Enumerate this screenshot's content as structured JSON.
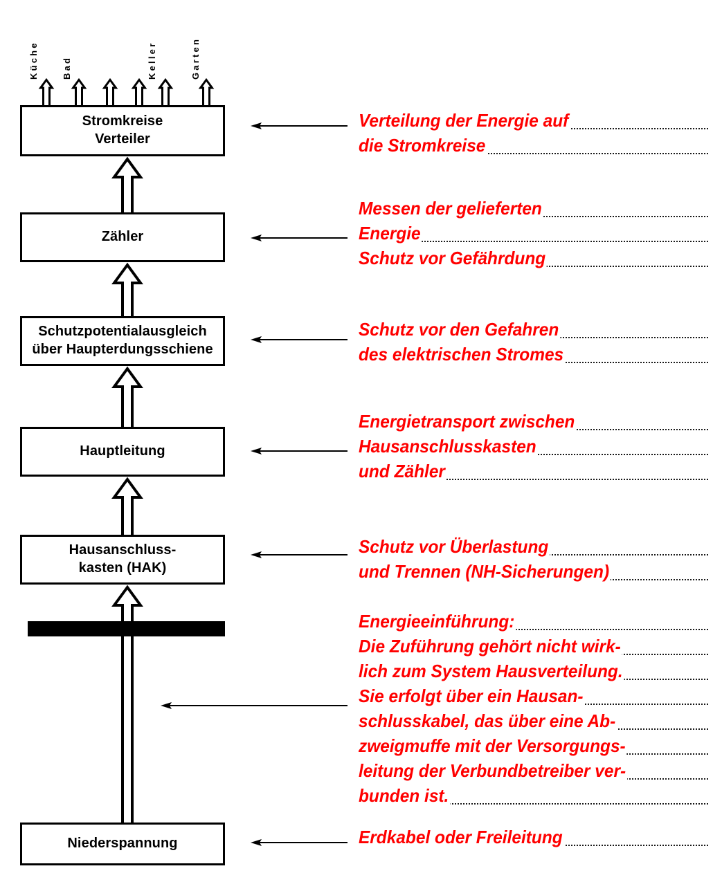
{
  "diagram": {
    "title": "Hausverteilung / Energieverteilung im Gebaeude",
    "colors": {
      "stroke": "#000000",
      "box_fill": "#ffffff",
      "annotation": "#FF0000",
      "bar": "#000000",
      "dotted_rule": "#1a1a1a"
    },
    "room_labels": [
      {
        "text": "Küche"
      },
      {
        "text": "Bad"
      },
      {
        "text": "Keller"
      },
      {
        "text": "Garten"
      }
    ],
    "nodes": [
      {
        "id": "stromkreise",
        "lines": [
          "Stromkreise",
          "Verteiler"
        ]
      },
      {
        "id": "zaehler",
        "lines": [
          "Zähler"
        ]
      },
      {
        "id": "schutzpotentialausgleich",
        "lines": [
          "Schutzpotentialausgleich",
          "über Haupterdungsschiene"
        ]
      },
      {
        "id": "hauptleitung",
        "lines": [
          "Hauptleitung"
        ]
      },
      {
        "id": "hak",
        "lines": [
          "Hausanschluss-",
          "kasten (HAK)"
        ]
      },
      {
        "id": "niederspannung",
        "lines": [
          "Niederspannung"
        ]
      }
    ],
    "annotations": [
      {
        "id": "note-stromkreise",
        "lines": [
          "Verteilung der Energie auf",
          "die Stromkreise"
        ]
      },
      {
        "id": "note-zaehler",
        "lines": [
          "Messen der gelieferten",
          "Energie",
          "Schutz vor Gefährdung"
        ]
      },
      {
        "id": "note-schutz",
        "lines": [
          "Schutz vor den Gefahren",
          "des elektrischen Stromes"
        ]
      },
      {
        "id": "note-hauptleitung",
        "lines": [
          "Energietransport zwischen",
          "Hausanschlusskasten",
          "und Zähler"
        ]
      },
      {
        "id": "note-hak",
        "lines": [
          "Schutz vor Überlastung",
          "und Trennen (NH-Sicherungen)"
        ]
      },
      {
        "id": "note-einfuehrung",
        "lines": [
          "Energieeinführung:",
          "Die Zuführung gehört nicht wirk-",
          "lich zum System Hausverteilung.",
          "Sie erfolgt über ein Hausan-",
          "schlusskabel, das über eine Ab-",
          "zweigmuffe mit der Versorgungs-",
          "leitung der Verbundbetreiber ver-",
          "bunden ist."
        ]
      },
      {
        "id": "note-niederspannung",
        "lines": [
          "Erdkabel oder Freileitung"
        ]
      }
    ]
  }
}
